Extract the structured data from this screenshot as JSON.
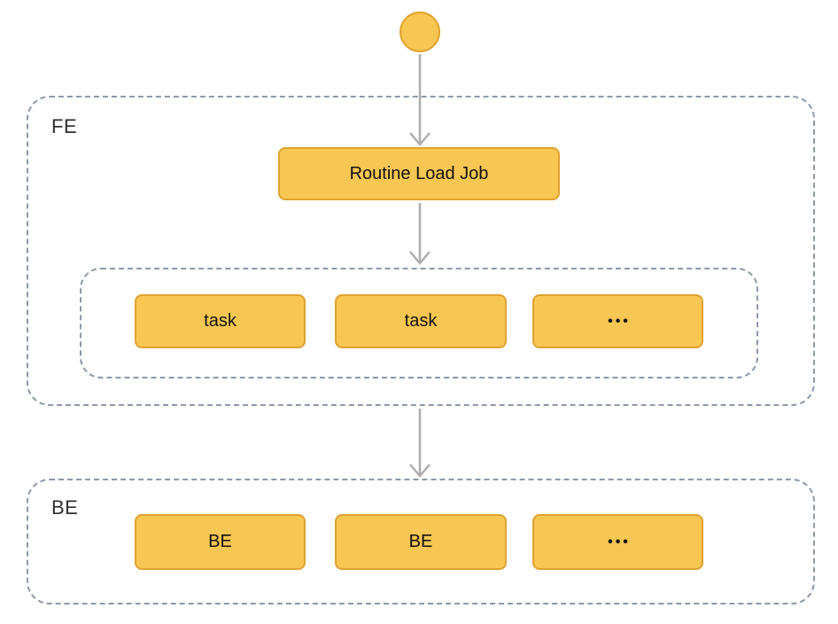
{
  "colors": {
    "node_fill": "#F8C653",
    "node_border": "#E0A331",
    "container_dash": "#8D98A9",
    "arrow": "#AEAEAE",
    "label_text": "#2F2F2F",
    "node_text": "#111111",
    "canvas_bg": "#FFFFFF"
  },
  "start_node": {
    "shape": "circle"
  },
  "fe_group": {
    "label": "FE",
    "job_node": {
      "label": "Routine Load Job"
    },
    "task_group": {
      "nodes": [
        {
          "label": "task"
        },
        {
          "label": "task"
        },
        {
          "label": "•••"
        }
      ]
    }
  },
  "be_group": {
    "label": "BE",
    "nodes": [
      {
        "label": "BE"
      },
      {
        "label": "BE"
      },
      {
        "label": "•••"
      }
    ]
  }
}
